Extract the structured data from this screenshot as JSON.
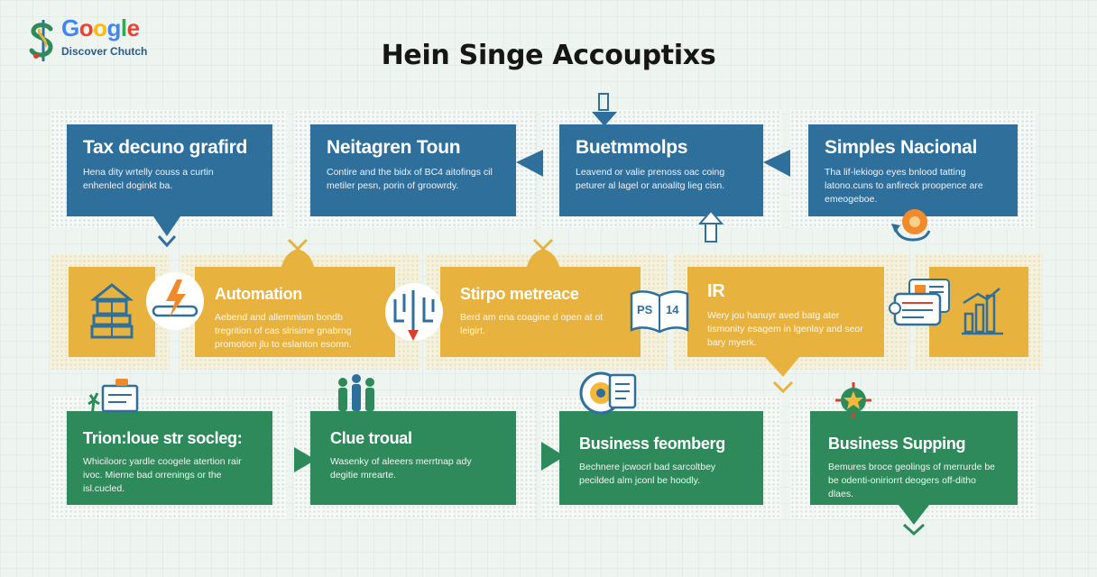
{
  "logo": {
    "word_letters": [
      "G",
      "o",
      "o",
      "g",
      "l",
      "e"
    ],
    "subtitle": "Discover Chutch"
  },
  "title": "Hein Singe Accouptixs",
  "colors": {
    "blue": "#2e6f9c",
    "yellow": "#e8b23e",
    "green": "#2f8a5b",
    "orange": "#f08a2a",
    "red": "#d9412e"
  },
  "rows": {
    "top": [
      {
        "title": "Tax decuno grafird",
        "body": "Hena dity wrtelly couss a curtin enhenlecl doginkt ba."
      },
      {
        "title": "Neitagren Toun",
        "body": "Contire and the bidx of BC4 aitofings cil metiler pesn, porin of groowrdy."
      },
      {
        "title": "Buetmmolps",
        "body": "Leavend or valie prenoss oac coing peturer al lagel or anoalitg lieg cisn."
      },
      {
        "title": "Simples Nacional",
        "body": "Tha lif-lekiogo eyes bnlood tatting latono.cuns to anfireck proopence are emeogeboe."
      }
    ],
    "middle": [
      {
        "title": "Automation",
        "body": "Aebend and allemmism bondb tregrition of cas slrisime gnabrng promotion jlu to eslanton esomn."
      },
      {
        "title": "Stirpo metreace",
        "body": "Berd am ena coagine d open at ot leigirt."
      },
      {
        "title": "IR",
        "body": "Wery jou hanuyr aved batg ater tismonity esagem in lgenlay and seor bary myerk."
      }
    ],
    "bottom": [
      {
        "title": "Trion:loue str socleg:",
        "body": "Whiciloorc yardle coogele atertion rair ivoc. Mierne bad orrenings or the isl.cucled."
      },
      {
        "title": "Clue troual",
        "body": "Wasenky of aleeers merrtnap ady degitie mrearte."
      },
      {
        "title": "Business feomberg",
        "body": "Bechnere jcwocrl bad sarcoltbey pecilded alm jconl be hoodly."
      },
      {
        "title": "Business Supping",
        "body": "Bemures broce geolings of merrurde be be odenti-oniriorrt deogers off-ditho dlaes."
      }
    ]
  },
  "badge": {
    "left": "PS",
    "right": "14"
  }
}
